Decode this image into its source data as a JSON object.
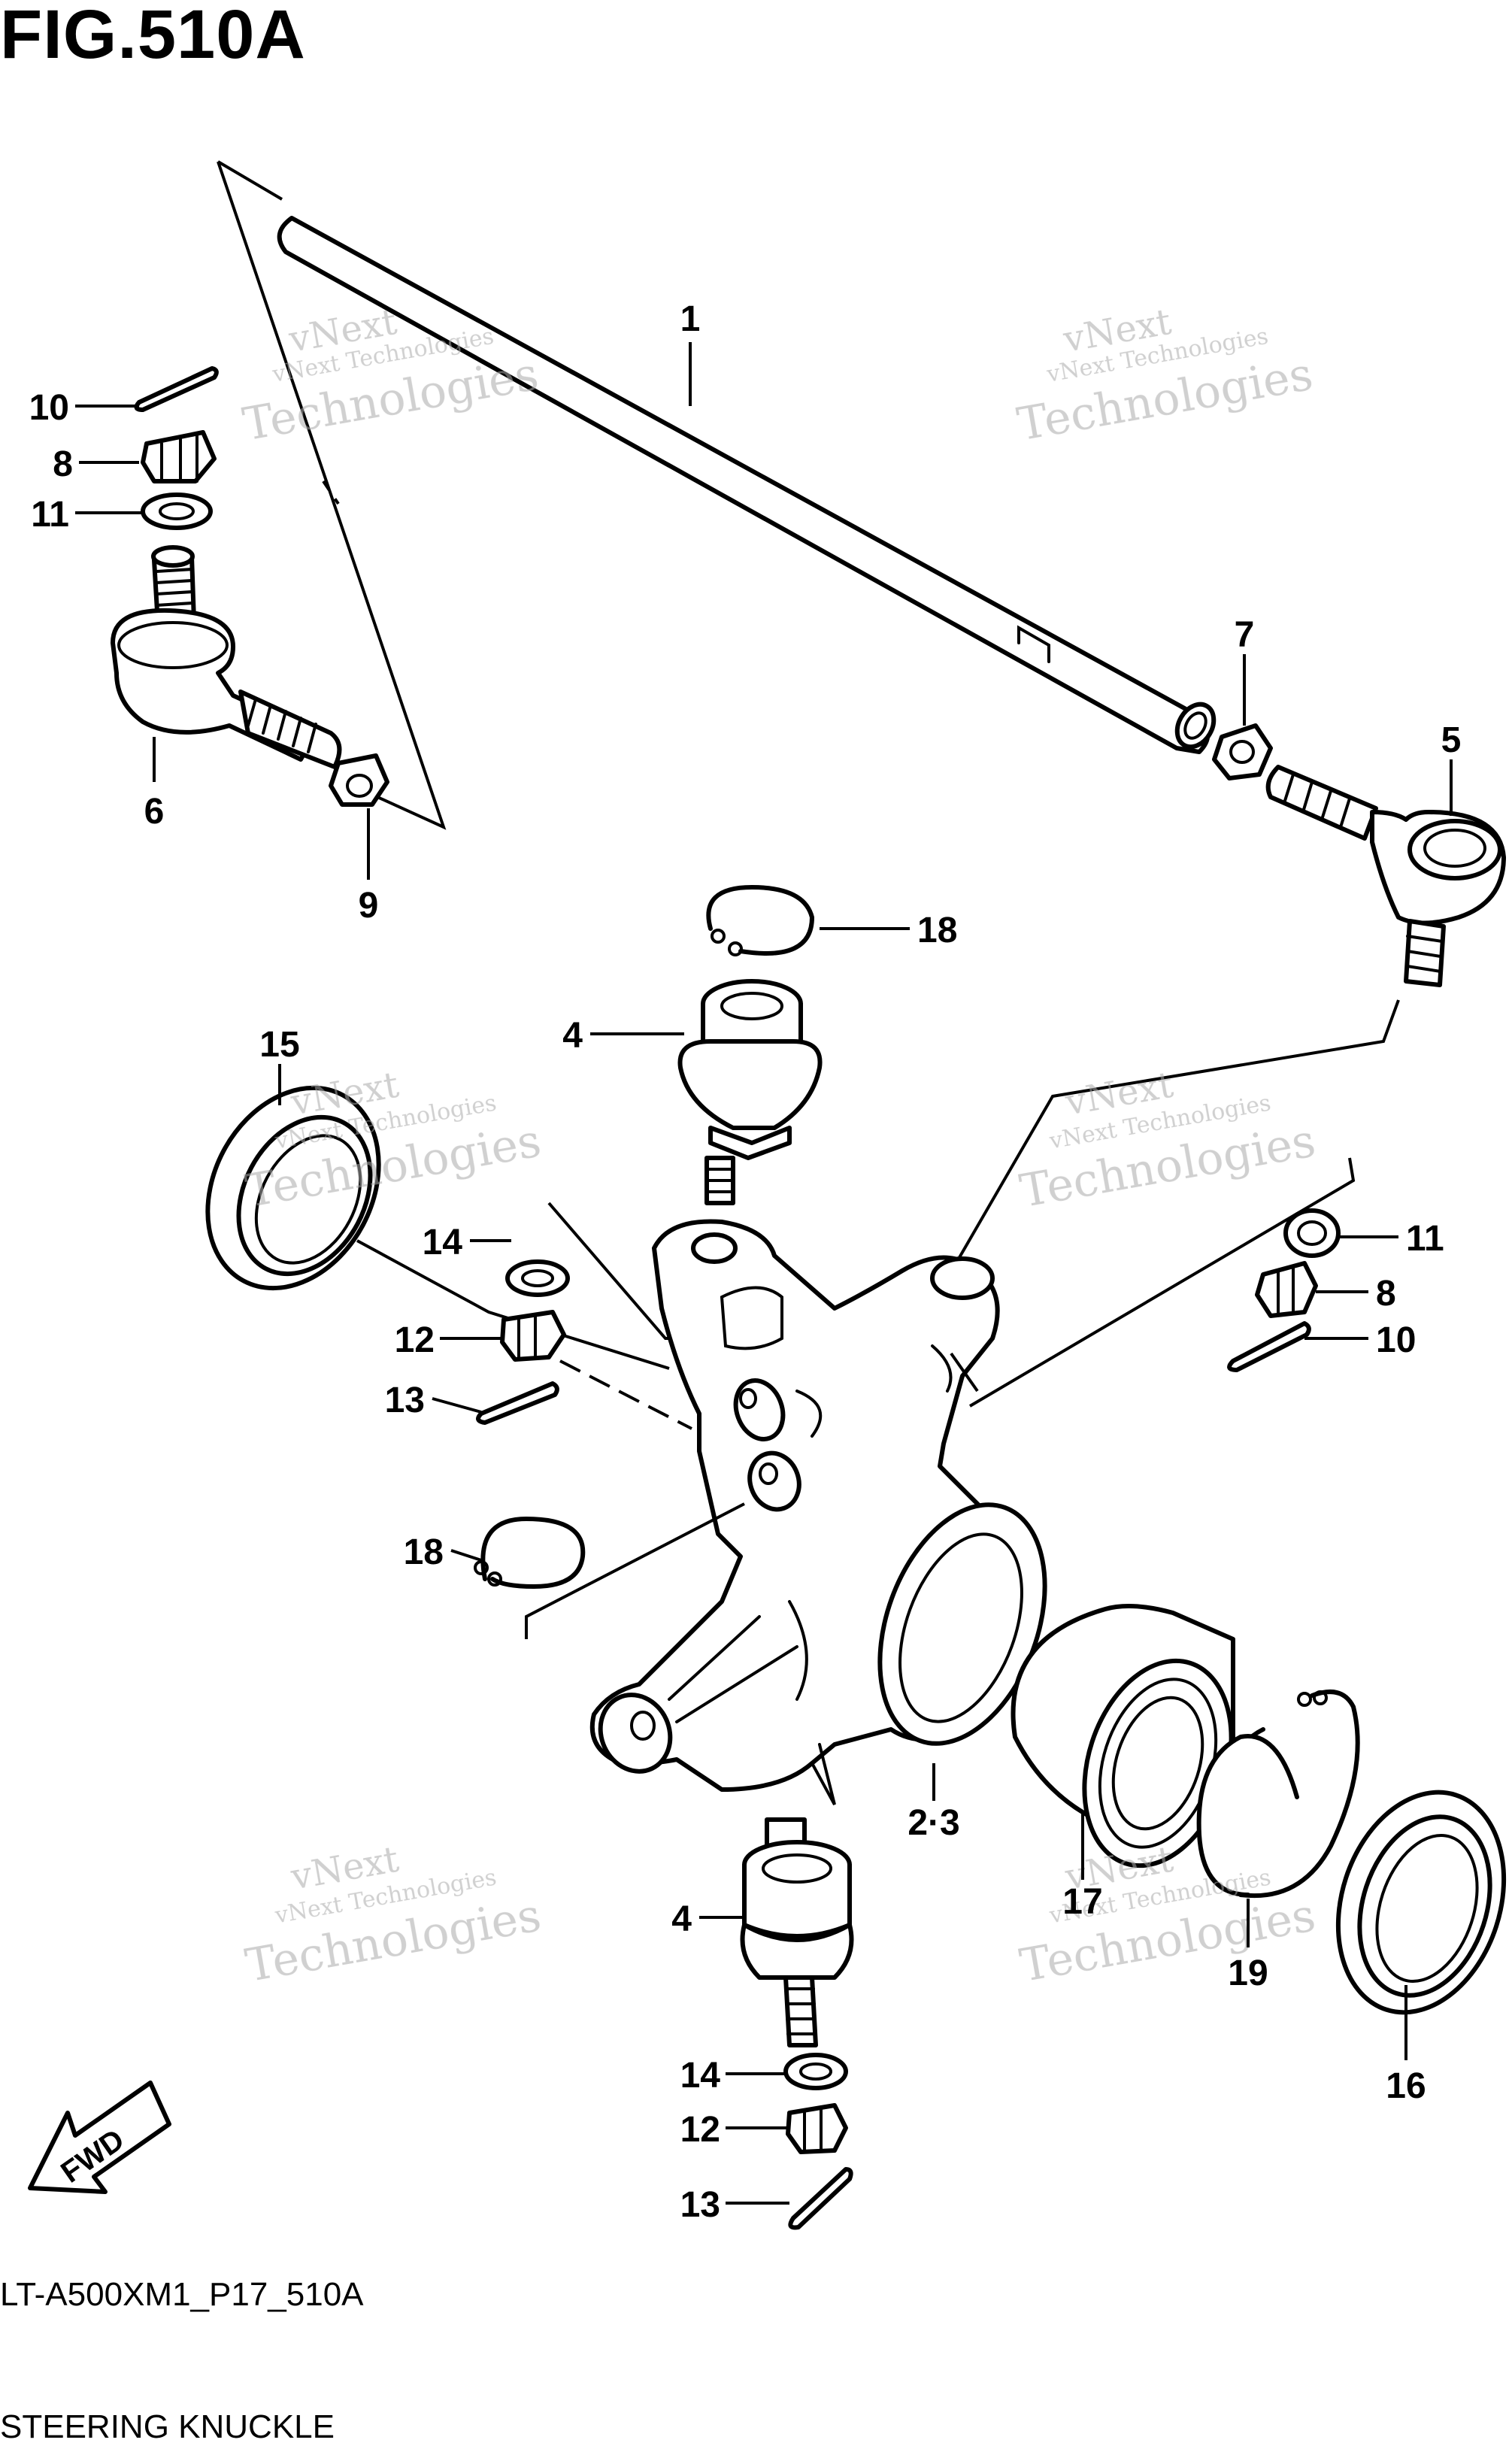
{
  "figure": {
    "title": "FIG.510A",
    "code": "LT-A500XM1_P17_510A",
    "name": "STEERING KNUCKLE",
    "fwd_label": "FWD"
  },
  "watermark": {
    "line1": "vNext Technologies",
    "line2": "vNext",
    "line3": "Technologies"
  },
  "callouts": [
    {
      "id": "c1",
      "label": "1"
    },
    {
      "id": "c10a",
      "label": "10"
    },
    {
      "id": "c8a",
      "label": "8"
    },
    {
      "id": "c11a",
      "label": "11"
    },
    {
      "id": "c6",
      "label": "6"
    },
    {
      "id": "c9",
      "label": "9"
    },
    {
      "id": "c7",
      "label": "7"
    },
    {
      "id": "c5",
      "label": "5"
    },
    {
      "id": "c18a",
      "label": "18"
    },
    {
      "id": "c4a",
      "label": "4"
    },
    {
      "id": "c15",
      "label": "15"
    },
    {
      "id": "c14a",
      "label": "14"
    },
    {
      "id": "c12a",
      "label": "12"
    },
    {
      "id": "c13a",
      "label": "13"
    },
    {
      "id": "c11b",
      "label": "11"
    },
    {
      "id": "c8b",
      "label": "8"
    },
    {
      "id": "c10b",
      "label": "10"
    },
    {
      "id": "c18b",
      "label": "18"
    },
    {
      "id": "c23",
      "label": "2·3"
    },
    {
      "id": "c4b",
      "label": "4"
    },
    {
      "id": "c17",
      "label": "17"
    },
    {
      "id": "c19",
      "label": "19"
    },
    {
      "id": "c16",
      "label": "16"
    },
    {
      "id": "c14b",
      "label": "14"
    },
    {
      "id": "c12b",
      "label": "12"
    },
    {
      "id": "c13b",
      "label": "13"
    }
  ]
}
